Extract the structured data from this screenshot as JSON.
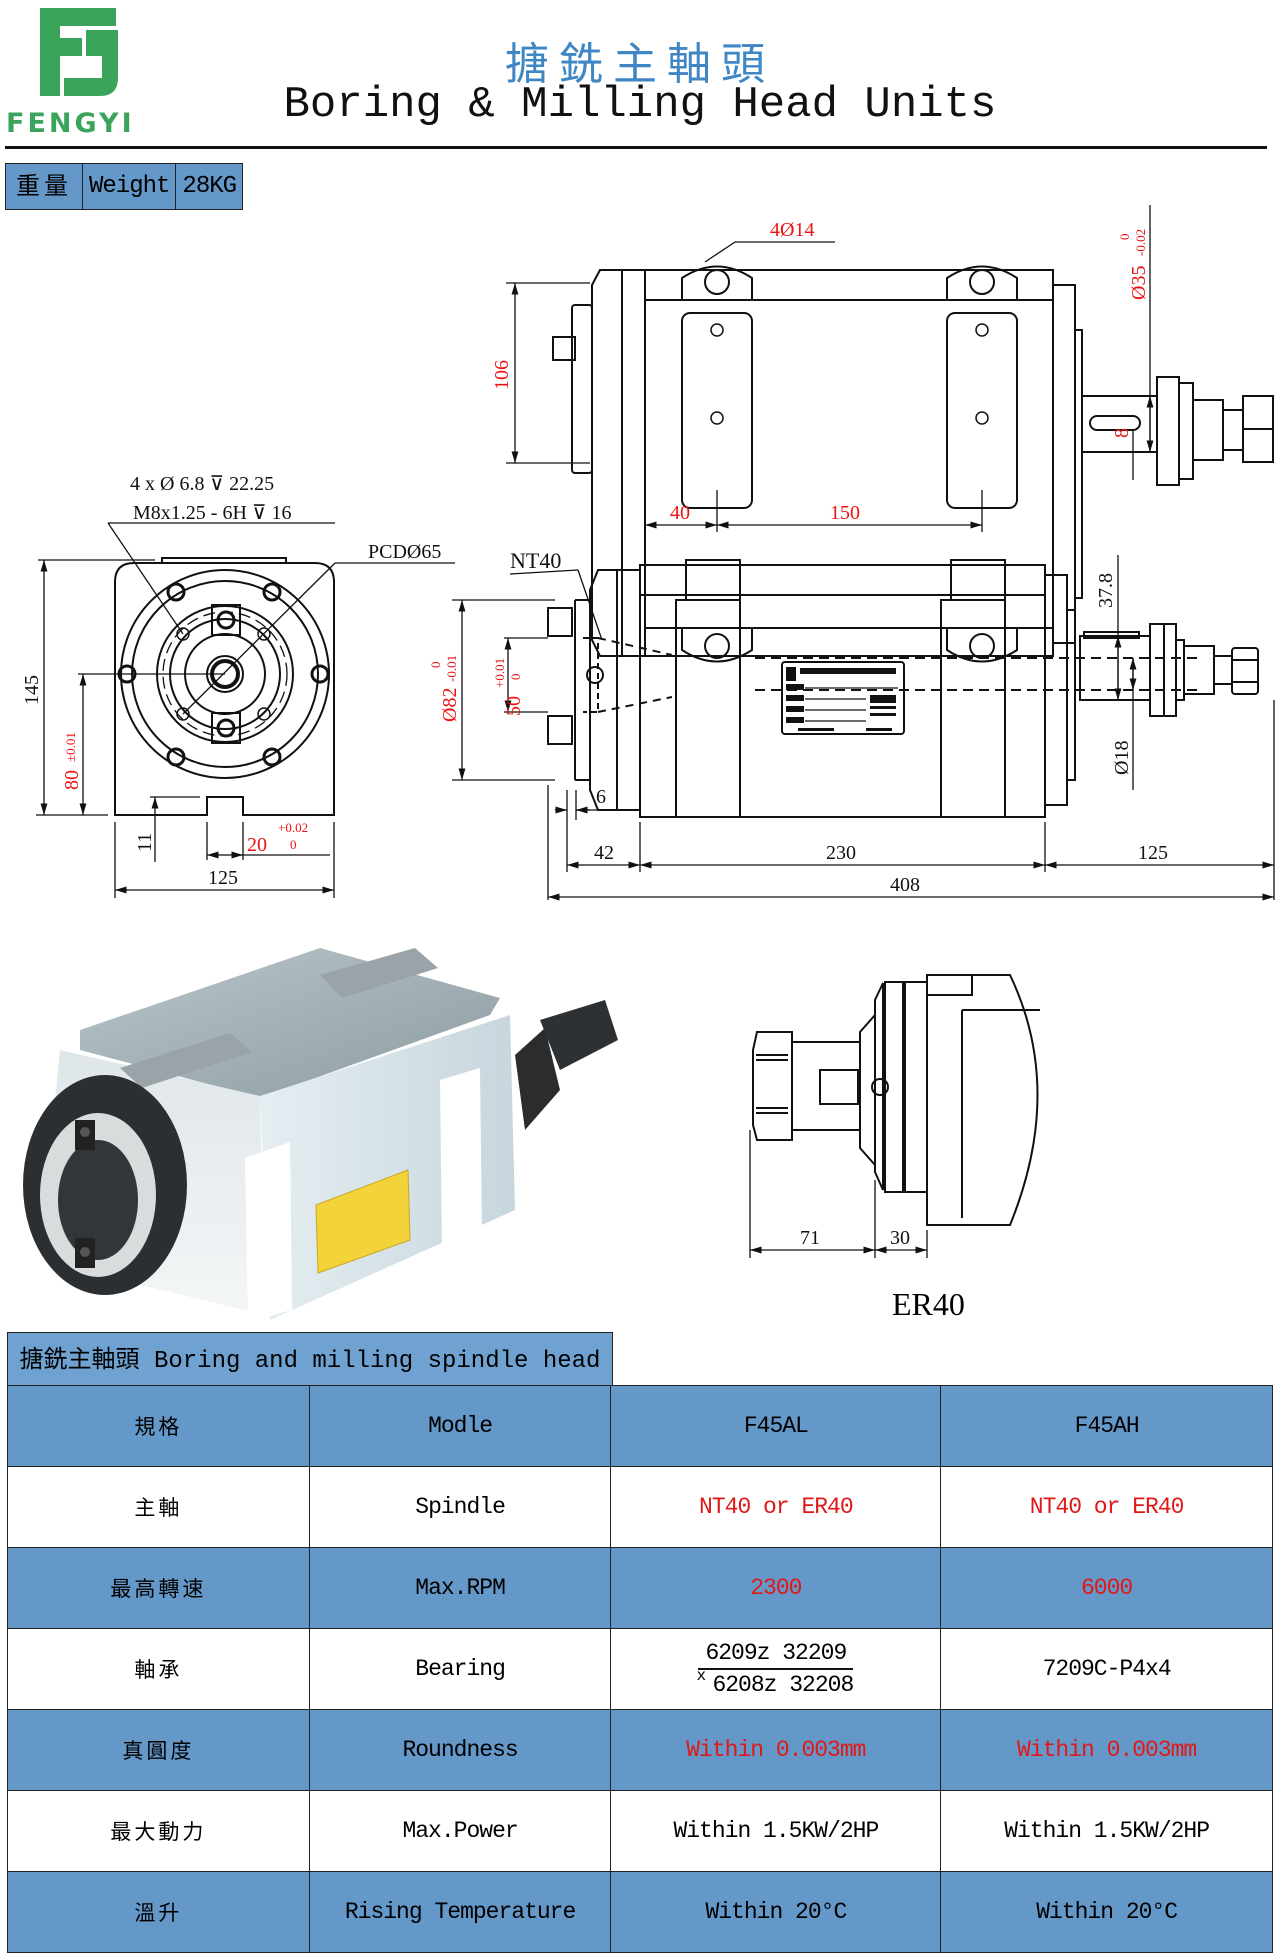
{
  "brand": {
    "name": "FENGYI",
    "logo_letters": "FY",
    "color": "#3aa55a"
  },
  "header": {
    "title_cn": "搪銑主軸頭",
    "title_en": "Boring & Milling Head Units",
    "title_cn_color": "#3f86c4"
  },
  "weight": {
    "label_cn": "重量",
    "label_en": "Weight",
    "value": "28KG"
  },
  "drawings": {
    "top_view": {
      "hole_callout": "4Ø14",
      "height_dim": "106",
      "dim_40": "40",
      "dim_150": "150",
      "shaft_dia": "Ø35",
      "shaft_tol_upper": "0",
      "shaft_tol_lower": "-0.02",
      "key_width": "8"
    },
    "front_view": {
      "hole_note_1": "4 x Ø 6.8 ⊽ 22.25",
      "hole_note_2": "M8x1.25 - 6H ⊽ 16",
      "pcd": "PCDØ65",
      "height_total": "145",
      "center_height": "80",
      "center_tol": "±0.01",
      "slot_depth": "11",
      "slot_width": "20",
      "slot_tol_upper": "+0.02",
      "slot_tol_lower": "0",
      "width_total": "125"
    },
    "side_view": {
      "spindle_label": "NT40",
      "flange_dia": "Ø82",
      "flange_tol_upper": "0",
      "flange_tol_lower": "-0.01",
      "pilot_dia": "50",
      "pilot_tol_upper": "+0.01",
      "pilot_tol_lower": "0",
      "dim_6": "6",
      "dim_42": "42",
      "dim_230": "230",
      "dim_125": "125",
      "dim_408": "408",
      "dim_37_8": "37.8",
      "shaft_dia": "Ø18"
    },
    "er40_view": {
      "dim_71": "71",
      "dim_30": "30",
      "label": "ER40"
    }
  },
  "spec_table": {
    "title_cn": "搪銑主軸頭",
    "title_en": "Boring and milling spindle head",
    "header": {
      "cn": "規格",
      "en": "Modle",
      "col1": "F45AL",
      "col2": "F45AH"
    },
    "rows": [
      {
        "cn": "主軸",
        "en": "Spindle",
        "col1": "NT40 or ER40",
        "col2": "NT40 or ER40",
        "highlight": true
      },
      {
        "cn": "最高轉速",
        "en": "Max.RPM",
        "col1": "2300",
        "col2": "6000",
        "highlight": true
      },
      {
        "cn": "軸承",
        "en": "Bearing",
        "col1_top": "6209z 32209",
        "col1_bottom": "6208z 32208",
        "col1_times": "x",
        "col2": "7209C-P4x4",
        "highlight": false
      },
      {
        "cn": "真圓度",
        "en": "Roundness",
        "col1": "Within 0.003mm",
        "col2": "Within 0.003mm",
        "highlight": true
      },
      {
        "cn": "最大動力",
        "en": "Max.Power",
        "col1": "Within 1.5KW/2HP",
        "col2": "Within 1.5KW/2HP",
        "highlight": false
      },
      {
        "cn": "溫升",
        "en": "Rising Temperature",
        "col1": "Within 20°C",
        "col2": "Within 20°C",
        "highlight": false
      }
    ],
    "colors": {
      "header_blue": "#6498c8",
      "red": "#e01818"
    }
  }
}
